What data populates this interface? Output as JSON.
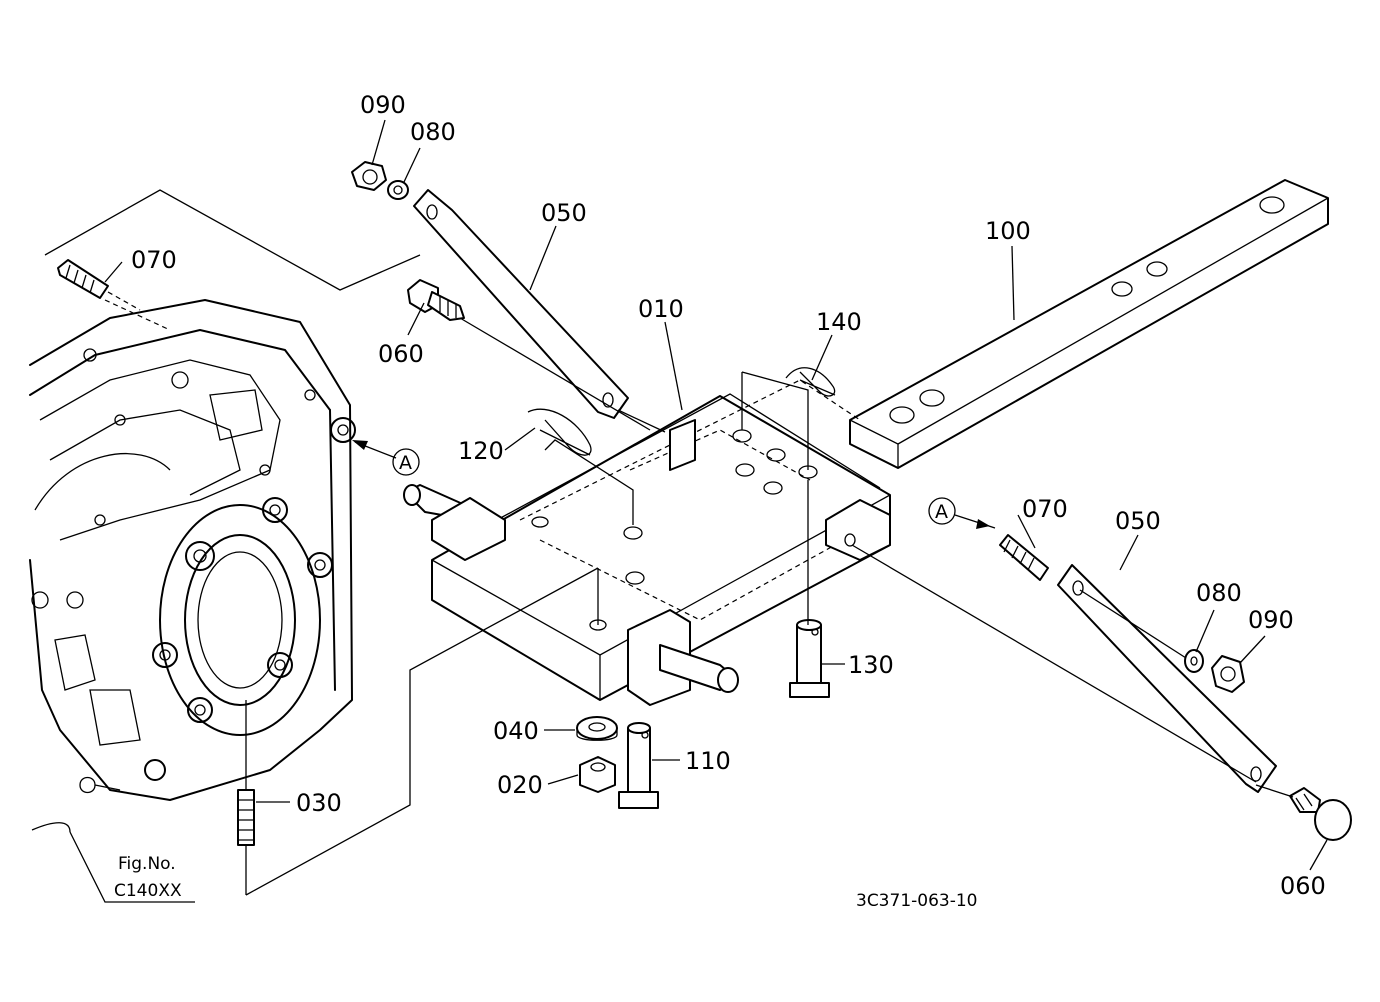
{
  "parts": {
    "p090_left": "090",
    "p080_left": "080",
    "p050_left": "050",
    "p070_left": "070",
    "p060_left": "060",
    "p010": "010",
    "p140": "140",
    "p100": "100",
    "p120": "120",
    "p070_right": "070",
    "p050_right": "050",
    "p080_right": "080",
    "p090_right": "090",
    "p130": "130",
    "p040": "040",
    "p110": "110",
    "p020": "020",
    "p030": "030",
    "p060_right": "060"
  },
  "refs": {
    "ref_a_left": "A",
    "ref_a_right": "A"
  },
  "fig_ref": {
    "line1": "Fig.No.",
    "line2": "C140XX"
  },
  "drawing_id": "3C371-063-10"
}
